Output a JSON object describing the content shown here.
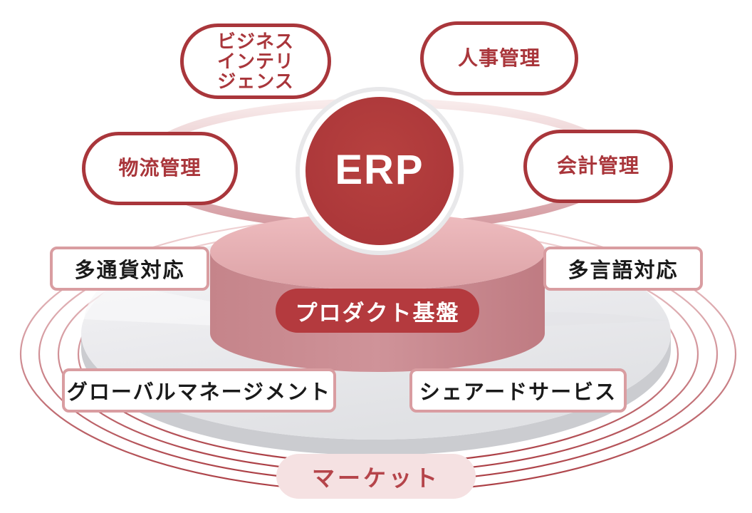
{
  "diagram": {
    "title_hint": "ERP product platform concept diagram",
    "center": {
      "label": "ERP"
    },
    "modules": [
      {
        "id": "business-intelligence",
        "label": "ビジネスインテリジェンス",
        "lines": [
          "ビジネス",
          "インテリ",
          "ジェンス"
        ]
      },
      {
        "id": "hr-management",
        "label": "人事管理"
      },
      {
        "id": "logistics-management",
        "label": "物流管理"
      },
      {
        "id": "accounting-management",
        "label": "会計管理"
      }
    ],
    "platform": {
      "label": "プロダクト基盤"
    },
    "features": [
      {
        "id": "multi-currency",
        "label": "多通貨対応"
      },
      {
        "id": "multi-language",
        "label": "多言語対応"
      },
      {
        "id": "global-management",
        "label": "グローバルマネージメント"
      },
      {
        "id": "shared-services",
        "label": "シェアードサービス"
      }
    ],
    "market": {
      "label": "マーケット"
    },
    "colors": {
      "primary_red": "#a9363b",
      "erp_circle_red": "#b23c3f",
      "cylinder_side_pink": "#c9898e",
      "cylinder_top_pink": "#e9b4b7",
      "feature_border_pink": "#d99da1",
      "platform_badge_red": "#b43a3e",
      "market_bg_pink": "#f5e1e2",
      "disc_gray": "#ebebee",
      "ring_red": "#aa3b41"
    }
  }
}
